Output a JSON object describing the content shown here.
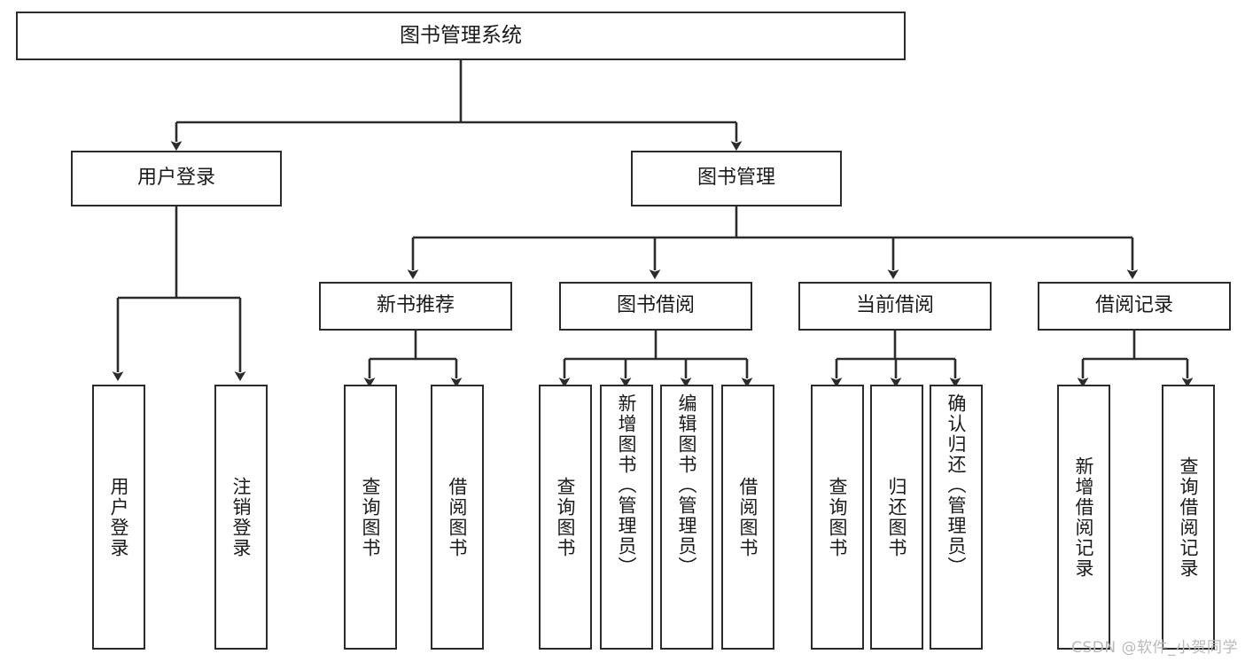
{
  "diagram": {
    "title": "图书管理系统",
    "type": "tree-hierarchy",
    "watermark": "CSDN @软件_小贺同学",
    "colors": {
      "stroke": "#2b2b2b",
      "fill": "#ffffff",
      "text": "#1a1a1a",
      "watermark": "#b9b9b9"
    },
    "nodes": {
      "root": {
        "label": "图书管理系统"
      },
      "level1": [
        {
          "id": "user-login",
          "label": "用户登录"
        },
        {
          "id": "book-management",
          "label": "图书管理"
        }
      ],
      "level2": [
        {
          "id": "new-book-recommend",
          "label": "新书推荐"
        },
        {
          "id": "book-borrow",
          "label": "图书借阅"
        },
        {
          "id": "current-borrow",
          "label": "当前借阅"
        },
        {
          "id": "borrow-record",
          "label": "借阅记录"
        }
      ],
      "leaves": {
        "user-login": [
          {
            "id": "leaf-user-login",
            "label": "用户登录"
          },
          {
            "id": "leaf-logout",
            "label": "注销登录"
          }
        ],
        "new-book-recommend": [
          {
            "id": "leaf-query-book-1",
            "label": "查询图书"
          },
          {
            "id": "leaf-borrow-book-1",
            "label": "借阅图书"
          }
        ],
        "book-borrow": [
          {
            "id": "leaf-query-book-2",
            "label": "查询图书"
          },
          {
            "id": "leaf-add-book",
            "label": "新增图书（管理员）"
          },
          {
            "id": "leaf-edit-book",
            "label": "编辑图书（管理员）"
          },
          {
            "id": "leaf-borrow-book-2",
            "label": "借阅图书"
          }
        ],
        "current-borrow": [
          {
            "id": "leaf-query-book-3",
            "label": "查询图书"
          },
          {
            "id": "leaf-return-book",
            "label": "归还图书"
          },
          {
            "id": "leaf-confirm-return",
            "label": "确认归还（管理员）"
          }
        ],
        "borrow-record": [
          {
            "id": "leaf-add-record",
            "label": "新增借阅记录"
          },
          {
            "id": "leaf-query-record",
            "label": "查询借阅记录"
          }
        ]
      }
    }
  }
}
